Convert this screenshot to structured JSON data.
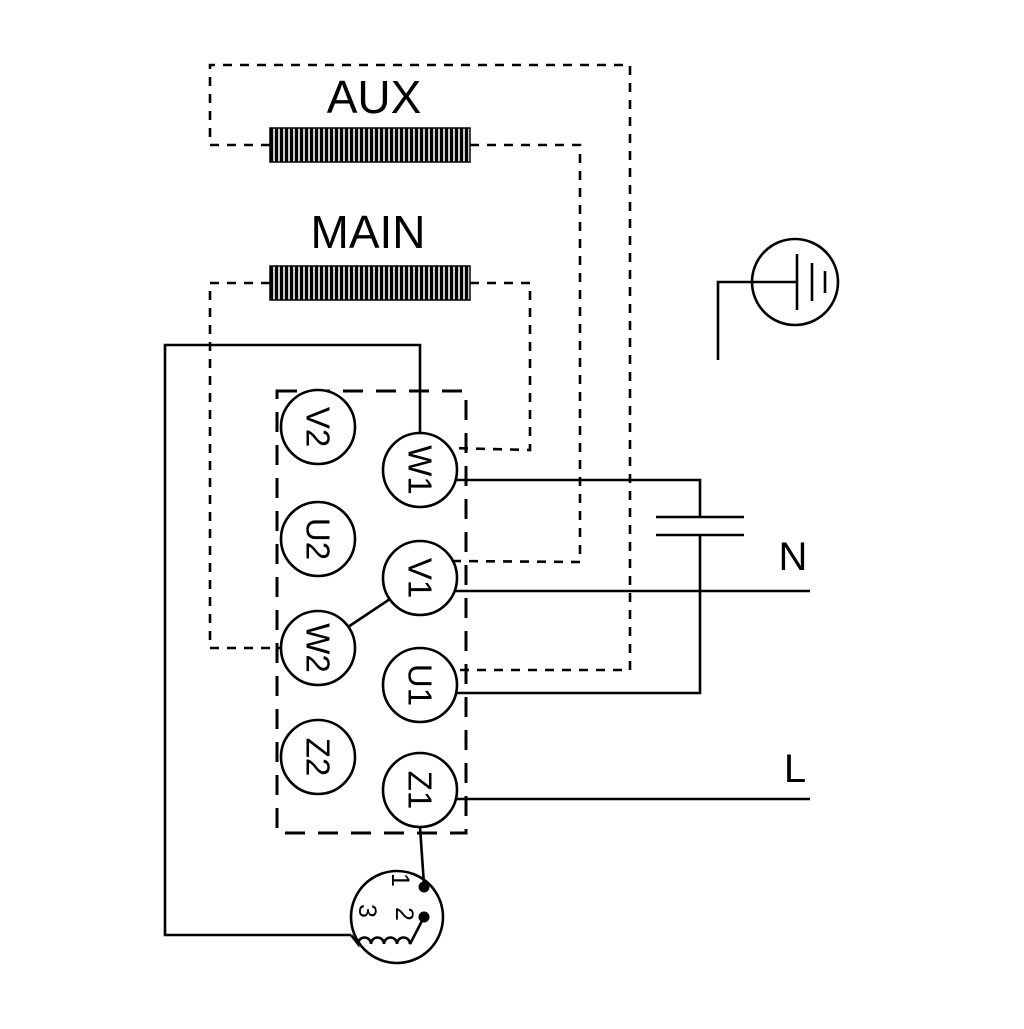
{
  "diagram": {
    "aux_winding_label": "AUX",
    "main_winding_label": "MAIN",
    "terminals": {
      "left": [
        "V2",
        "U2",
        "W2",
        "Z2"
      ],
      "right": [
        "W1",
        "V1",
        "U1",
        "Z1"
      ]
    },
    "supply": {
      "neutral": "N",
      "line": "L"
    },
    "thermal_protector_contacts": [
      "1",
      "2",
      "3"
    ],
    "colors": {
      "stroke": "#000000",
      "background": "#ffffff"
    }
  }
}
